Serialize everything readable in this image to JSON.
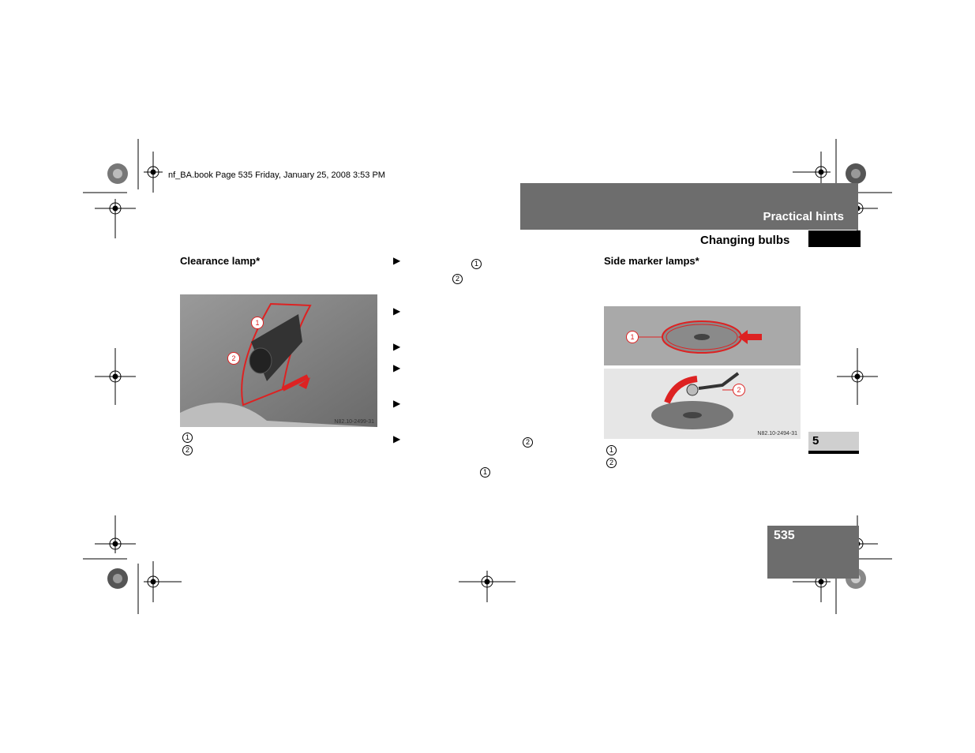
{
  "book_info": "nf_BA.book  Page 535  Friday, January 25, 2008  3:53 PM",
  "header": {
    "title": "Practical hints",
    "subtitle": "Changing bulbs"
  },
  "left": {
    "heading": "Clearance lamp*",
    "figure_code": "N82.10-2499-31",
    "callouts": [
      "1",
      "2"
    ],
    "legend_markers": [
      "1",
      "2"
    ]
  },
  "middle": {
    "step_arrow": "▶",
    "refs": [
      "1",
      "2",
      "2",
      "1"
    ]
  },
  "right": {
    "heading": "Side marker lamps*",
    "figure_code": "N82.10-2494-31",
    "callouts": [
      "1",
      "2"
    ],
    "legend_markers": [
      "1",
      "2"
    ]
  },
  "chapter": "5",
  "page_number": "535"
}
